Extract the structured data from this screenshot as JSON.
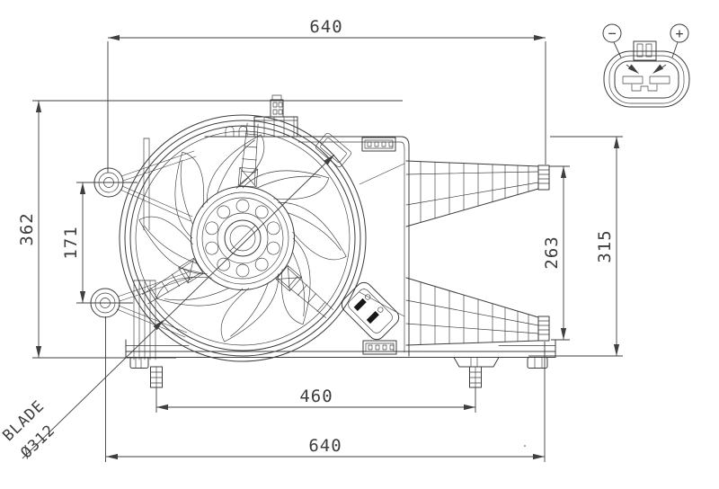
{
  "drawing": {
    "dimensions": {
      "top_width": "640",
      "bottom_width": "640",
      "pin_span": "460",
      "overall_height": "362",
      "mount_hole_pitch": "171",
      "bracket_tip_span": "263",
      "shroud_height": "315"
    },
    "blade_note": {
      "line1": "BLADE",
      "line2": "Ø312"
    },
    "connector_polarity": {
      "negative": "−",
      "positive": "+"
    },
    "colors": {
      "line": "#3c3c3c",
      "dimension": "#3f3f3f",
      "background": "#ffffff"
    }
  }
}
